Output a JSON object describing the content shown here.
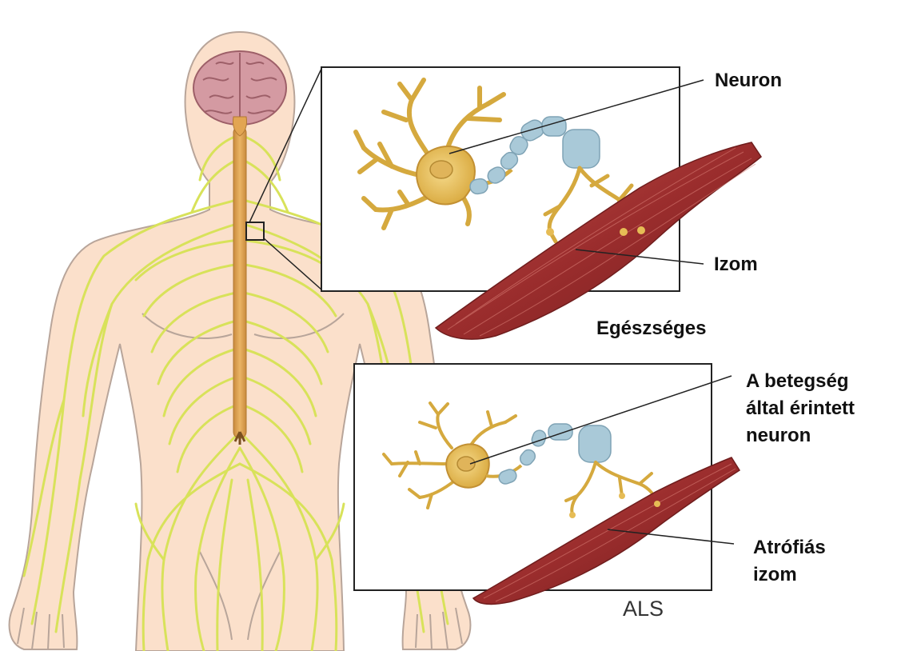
{
  "labels": {
    "neuron": "Neuron",
    "muscle": "Izom",
    "healthy_caption": "Egészséges",
    "affected_neuron_line1": "A betegség",
    "affected_neuron_line2": "által érintett",
    "affected_neuron_line3": "neuron",
    "atrophic_muscle_line1": "Atrófiás",
    "atrophic_muscle_line2": "izom",
    "als_caption": "ALS"
  },
  "colors": {
    "skin": "#fbe0cb",
    "skin_outline": "#b8a59a",
    "nerve": "#d8e25a",
    "spinal_cord": "#e2a552",
    "brain": "#c98b94",
    "neuron_body": "#e9c15c",
    "myelin": "#a9c9d8",
    "muscle": "#9b2d2d",
    "leader_line": "#222222"
  }
}
